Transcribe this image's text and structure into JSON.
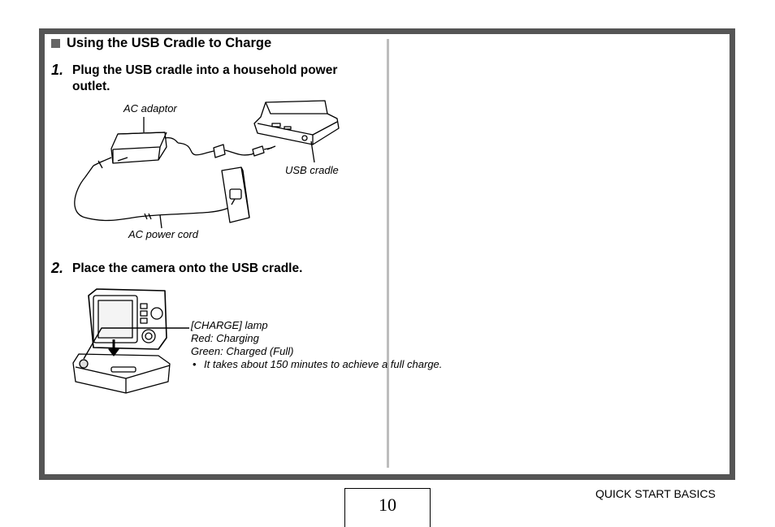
{
  "section": {
    "title": "Using the USB Cradle to Charge"
  },
  "steps": [
    {
      "number": "1.",
      "text": "Plug the USB cradle into a household power outlet."
    },
    {
      "number": "2.",
      "text": "Place the camera onto the USB cradle."
    }
  ],
  "diagram1": {
    "labels": {
      "ac_adaptor": "AC adaptor",
      "usb_cradle": "USB cradle",
      "ac_power_cord": "AC power cord"
    }
  },
  "diagram2": {
    "charge_lamp": {
      "title": "[CHARGE] lamp",
      "red": "Red: Charging",
      "green": "Green: Charged (Full)",
      "note": "It takes about 150 minutes to achieve a full charge."
    }
  },
  "footer": {
    "page_number": "10",
    "section_name": "QUICK START BASICS"
  }
}
